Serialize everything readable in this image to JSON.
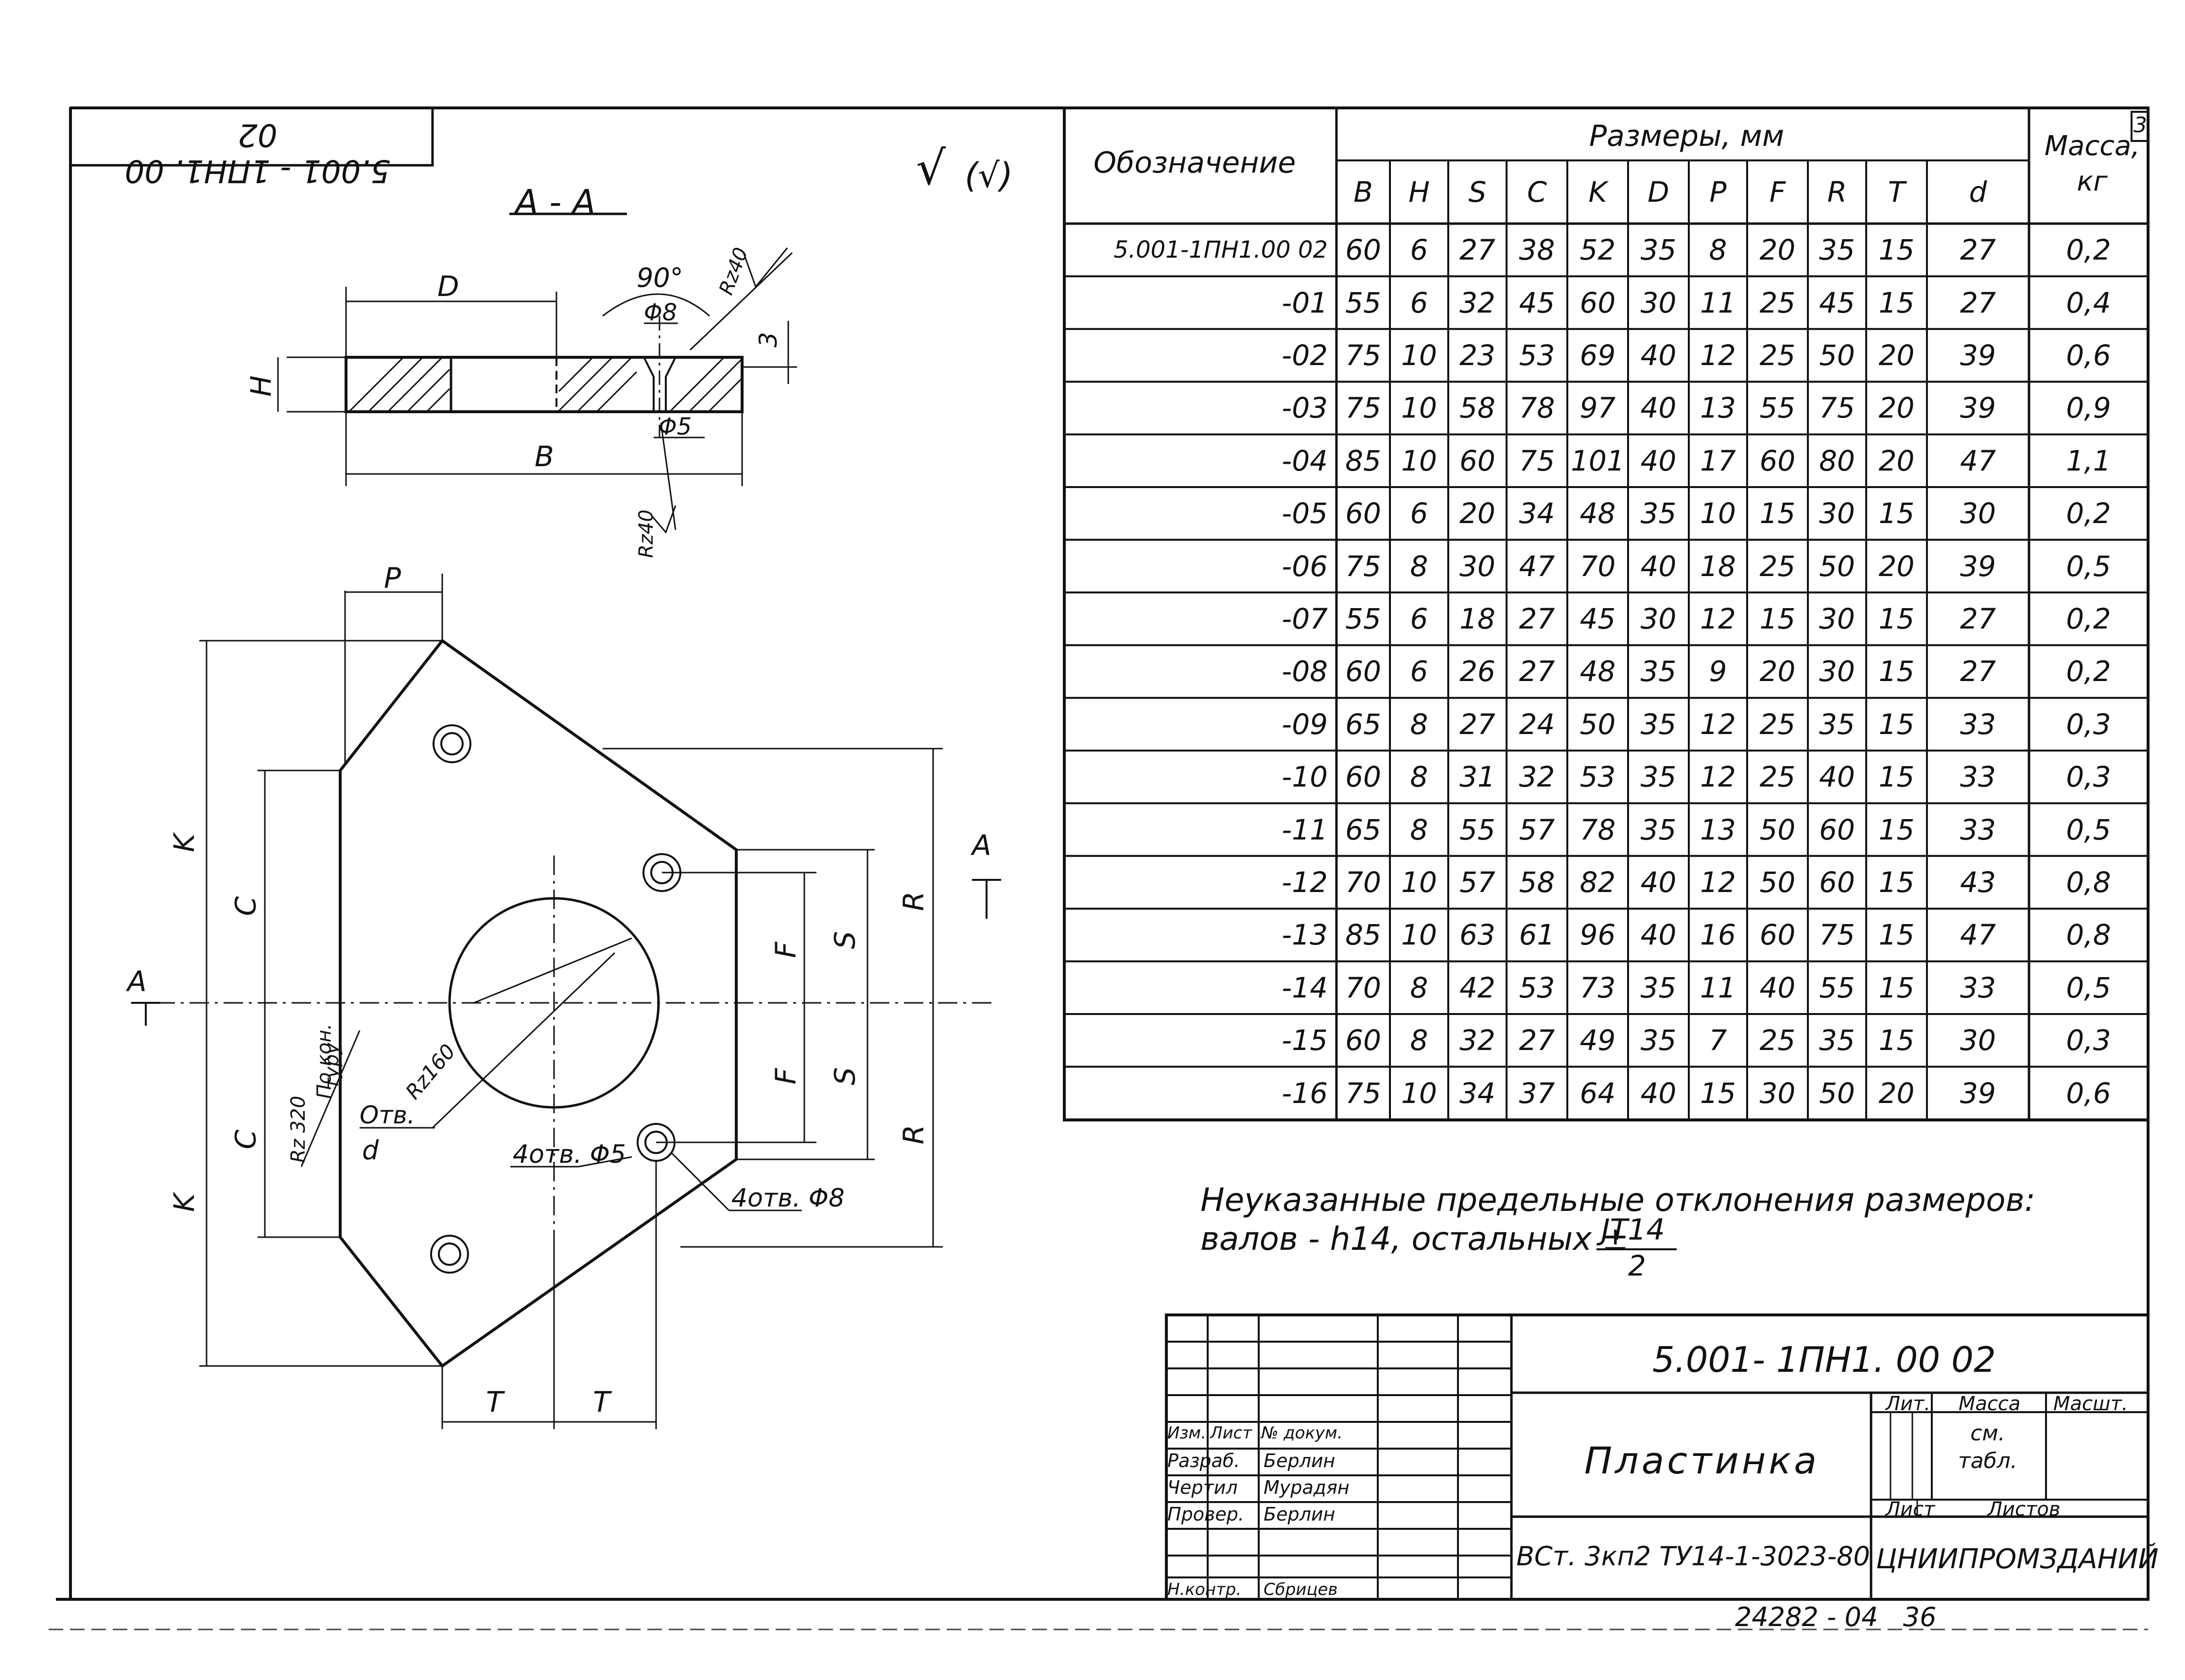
{
  "sheet_marker": "3",
  "corner_stamp": "5.001 - 1ПН1. 00 02",
  "roughness": {
    "mark": "√",
    "paren": "(√)"
  },
  "section": {
    "title": "А - А",
    "labels": {
      "D": "D",
      "H": "H",
      "B": "B",
      "angle": "90°",
      "phi8": "Φ8",
      "phi5": "Φ5",
      "ra_top": "Rz40",
      "ra_bottom": "Rz40",
      "three": "3"
    }
  },
  "plan": {
    "labels": {
      "P": "P",
      "K_top": "K",
      "K_bottom": "K",
      "C_top": "C",
      "C_bottom": "C",
      "R_top": "R",
      "R_bottom": "R",
      "S_top": "S",
      "S_bottom": "S",
      "F_top": "F",
      "F_bottom": "F",
      "T_left": "T",
      "T_right": "T",
      "A_left": "A",
      "A_right": "A",
      "rz320": "Rz 320",
      "po_kon": "По кон.",
      "turu": "туру",
      "rz160": "Rz160",
      "otv": "Отв.",
      "d": "d",
      "holes5": "4отв. Φ5",
      "holes8": "4отв. Φ8"
    }
  },
  "table": {
    "header_designation": "Обозначение",
    "header_sizes": "Размеры, мм",
    "header_mass": "Масса, кг",
    "columns": [
      "B",
      "H",
      "S",
      "C",
      "K",
      "D",
      "P",
      "F",
      "R",
      "T",
      "d"
    ],
    "rows": [
      {
        "des": "5.001-1ПН1.00 02",
        "vals": [
          "60",
          "6",
          "27",
          "38",
          "52",
          "35",
          "8",
          "20",
          "35",
          "15",
          "27"
        ],
        "mass": "0,2"
      },
      {
        "des": "-01",
        "vals": [
          "55",
          "6",
          "32",
          "45",
          "60",
          "30",
          "11",
          "25",
          "45",
          "15",
          "27"
        ],
        "mass": "0,4"
      },
      {
        "des": "-02",
        "vals": [
          "75",
          "10",
          "23",
          "53",
          "69",
          "40",
          "12",
          "25",
          "50",
          "20",
          "39"
        ],
        "mass": "0,6"
      },
      {
        "des": "-03",
        "vals": [
          "75",
          "10",
          "58",
          "78",
          "97",
          "40",
          "13",
          "55",
          "75",
          "20",
          "39"
        ],
        "mass": "0,9"
      },
      {
        "des": "-04",
        "vals": [
          "85",
          "10",
          "60",
          "75",
          "101",
          "40",
          "17",
          "60",
          "80",
          "20",
          "47"
        ],
        "mass": "1,1"
      },
      {
        "des": "-05",
        "vals": [
          "60",
          "6",
          "20",
          "34",
          "48",
          "35",
          "10",
          "15",
          "30",
          "15",
          "30"
        ],
        "mass": "0,2"
      },
      {
        "des": "-06",
        "vals": [
          "75",
          "8",
          "30",
          "47",
          "70",
          "40",
          "18",
          "25",
          "50",
          "20",
          "39"
        ],
        "mass": "0,5"
      },
      {
        "des": "-07",
        "vals": [
          "55",
          "6",
          "18",
          "27",
          "45",
          "30",
          "12",
          "15",
          "30",
          "15",
          "27"
        ],
        "mass": "0,2"
      },
      {
        "des": "-08",
        "vals": [
          "60",
          "6",
          "26",
          "27",
          "48",
          "35",
          "9",
          "20",
          "30",
          "15",
          "27"
        ],
        "mass": "0,2"
      },
      {
        "des": "-09",
        "vals": [
          "65",
          "8",
          "27",
          "24",
          "50",
          "35",
          "12",
          "25",
          "35",
          "15",
          "33"
        ],
        "mass": "0,3"
      },
      {
        "des": "-10",
        "vals": [
          "60",
          "8",
          "31",
          "32",
          "53",
          "35",
          "12",
          "25",
          "40",
          "15",
          "33"
        ],
        "mass": "0,3"
      },
      {
        "des": "-11",
        "vals": [
          "65",
          "8",
          "55",
          "57",
          "78",
          "35",
          "13",
          "50",
          "60",
          "15",
          "33"
        ],
        "mass": "0,5"
      },
      {
        "des": "-12",
        "vals": [
          "70",
          "10",
          "57",
          "58",
          "82",
          "40",
          "12",
          "50",
          "60",
          "15",
          "43"
        ],
        "mass": "0,8"
      },
      {
        "des": "-13",
        "vals": [
          "85",
          "10",
          "63",
          "61",
          "96",
          "40",
          "16",
          "60",
          "75",
          "15",
          "47"
        ],
        "mass": "0,8"
      },
      {
        "des": "-14",
        "vals": [
          "70",
          "8",
          "42",
          "53",
          "73",
          "35",
          "11",
          "40",
          "55",
          "15",
          "33"
        ],
        "mass": "0,5"
      },
      {
        "des": "-15",
        "vals": [
          "60",
          "8",
          "32",
          "27",
          "49",
          "35",
          "7",
          "25",
          "35",
          "15",
          "30"
        ],
        "mass": "0,3"
      },
      {
        "des": "-16",
        "vals": [
          "75",
          "10",
          "34",
          "37",
          "64",
          "40",
          "15",
          "30",
          "50",
          "20",
          "39"
        ],
        "mass": "0,6"
      }
    ]
  },
  "note": {
    "line1": "Неуказанные предельные отклонения размеров:",
    "line2": "валов - h14, остальных ±",
    "frac_num": "JT14",
    "frac_den": "2"
  },
  "title_block": {
    "code": "5.001- 1ПН1. 00 02",
    "name": "Пластинка",
    "material": "ВСт. 3кп2 ТУ14-1-3023-80",
    "org": "ЦНИИПРОМЗДАНИЙ",
    "lit": "Лит.",
    "mass_h": "Масса",
    "scale_h": "Масшт.",
    "mass_val": "см. табл.",
    "sheet": "Лист",
    "sheets": "Листов",
    "roles": [
      {
        "role": "Изм.",
        "extra": "Лист",
        "name": "№ докум."
      },
      {
        "role": "Разраб.",
        "name": "Берлин"
      },
      {
        "role": "Чертил",
        "name": "Мурадян"
      },
      {
        "role": "Провер.",
        "name": "Берлин"
      },
      {
        "role": "Н.контр.",
        "name": "Сбрицев"
      }
    ]
  },
  "footer_number": "24282 - 04   36"
}
